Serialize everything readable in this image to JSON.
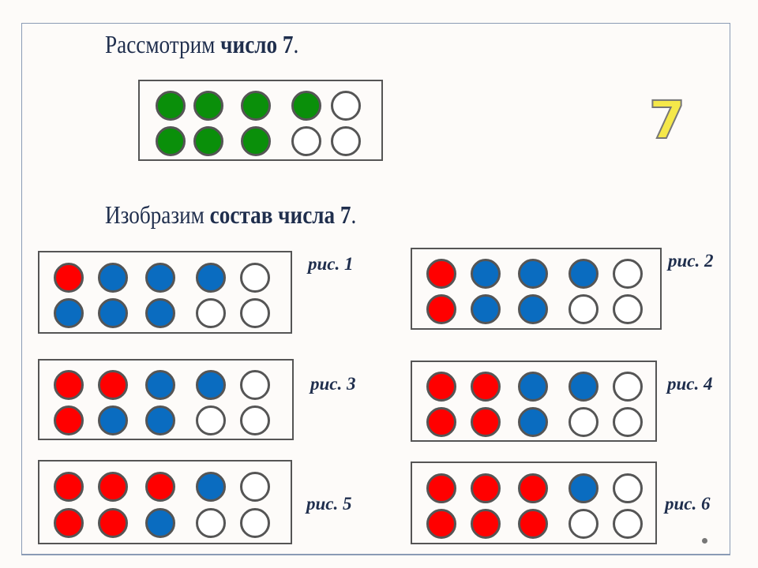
{
  "title1": {
    "text": "Рассмотрим ",
    "bold": "число 7",
    "end": "."
  },
  "title2": {
    "text": "Изобразим ",
    "bold": "состав числа 7",
    "end": "."
  },
  "number_badge": "7",
  "main_frame": {
    "top": [
      "G",
      "G",
      "G",
      "G",
      "W"
    ],
    "bottom": [
      "G",
      "G",
      "G",
      "W",
      "W"
    ]
  },
  "figures": [
    {
      "label": "рис. 1",
      "top": [
        "R",
        "B",
        "B",
        "B",
        "W"
      ],
      "bottom": [
        "B",
        "B",
        "B",
        "W",
        "W"
      ]
    },
    {
      "label": "рис. 2",
      "top": [
        "R",
        "B",
        "B",
        "B",
        "W"
      ],
      "bottom": [
        "R",
        "B",
        "B",
        "W",
        "W"
      ]
    },
    {
      "label": "рис. 3",
      "top": [
        "R",
        "R",
        "B",
        "B",
        "W"
      ],
      "bottom": [
        "R",
        "B",
        "B",
        "W",
        "W"
      ]
    },
    {
      "label": "рис. 4",
      "top": [
        "R",
        "R",
        "B",
        "B",
        "W"
      ],
      "bottom": [
        "R",
        "R",
        "B",
        "W",
        "W"
      ]
    },
    {
      "label": "рис. 5",
      "top": [
        "R",
        "R",
        "R",
        "B",
        "W"
      ],
      "bottom": [
        "R",
        "R",
        "B",
        "W",
        "W"
      ]
    },
    {
      "label": "рис. 6",
      "top": [
        "R",
        "R",
        "R",
        "B",
        "W"
      ],
      "bottom": [
        "R",
        "R",
        "R",
        "W",
        "W"
      ]
    }
  ],
  "colors": {
    "R": "#ff0000",
    "B": "#0a6cc0",
    "G": "#0a8f0a",
    "W": "#ffffff"
  }
}
